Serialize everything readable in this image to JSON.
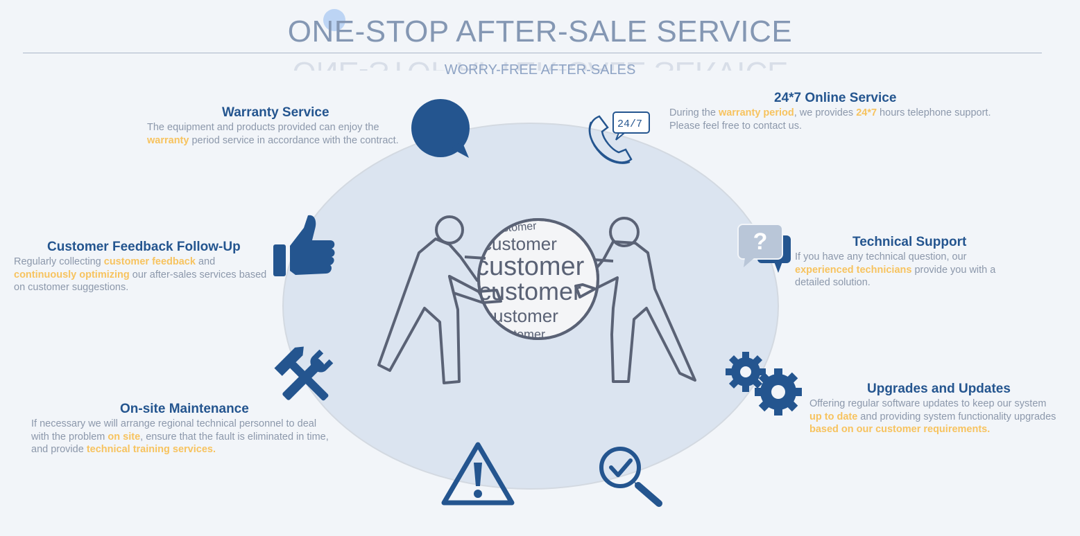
{
  "header": {
    "title": "ONE-STOP AFTER-SALE SERVICE",
    "subtitle": "WORRY-FREE AFTER-SALES"
  },
  "center_graphic": {
    "globe_word": "customer"
  },
  "services": {
    "warranty": {
      "title": "Warranty Service",
      "line1": "The equipment and products provided can enjoy the",
      "line2_highlight": "warranty",
      "line2_rest": " period service in accordance with the contract."
    },
    "online": {
      "title": "24*7 Online Service",
      "l1_a": "During the ",
      "l1_hl1": "warranty period",
      "l1_b": ", we provides ",
      "l1_hl2": "24*7",
      "l1_c": " hours telephone support.",
      "line2": "Please feel free to contact us.",
      "icon_text": "24/7"
    },
    "feedback": {
      "title": "Customer Feedback Follow-Up",
      "l1_a": "Regularly collecting ",
      "l1_hl": "customer feedback",
      "l1_b": " and",
      "l2_hl": "continuously optimizing",
      "l2_b": " our after-sales services based",
      "line3": "on customer suggestions."
    },
    "technical": {
      "title": "Technical Support",
      "line1": "If you have any technical question, our",
      "l2_hl": "experienced technicians",
      "l2_b": " provide you with a",
      "line3": "detailed solution.",
      "icon_text": "?"
    },
    "onsite": {
      "title": "On-site Maintenance",
      "line1": "If necessary we will arrange regional technical personnel to deal",
      "l2_a": "with the problem ",
      "l2_hl": "on site",
      "l2_b": ", ensure that the fault is eliminated in time,",
      "l3_a": "and provide ",
      "l3_hl": "technical training services."
    },
    "upgrades": {
      "title": "Upgrades and Updates",
      "line1": "Offering regular software updates to keep our system",
      "l2_hl": "up to date",
      "l2_b": " and providing system functionality upgrades",
      "l3_hl": "based on our  customer requirements",
      "l3_b": "."
    }
  },
  "colors": {
    "primary": "#24558f",
    "highlight": "#f7c35f",
    "body_text": "#8c98ab",
    "title_text": "#8497b3",
    "ellipse": "#dbe4f0"
  },
  "icons": [
    "speech-bubble-icon",
    "phone-24-7-icon",
    "thumbs-up-icon",
    "question-chat-icon",
    "tools-icon",
    "gears-icon",
    "warning-icon",
    "magnifier-check-icon"
  ]
}
